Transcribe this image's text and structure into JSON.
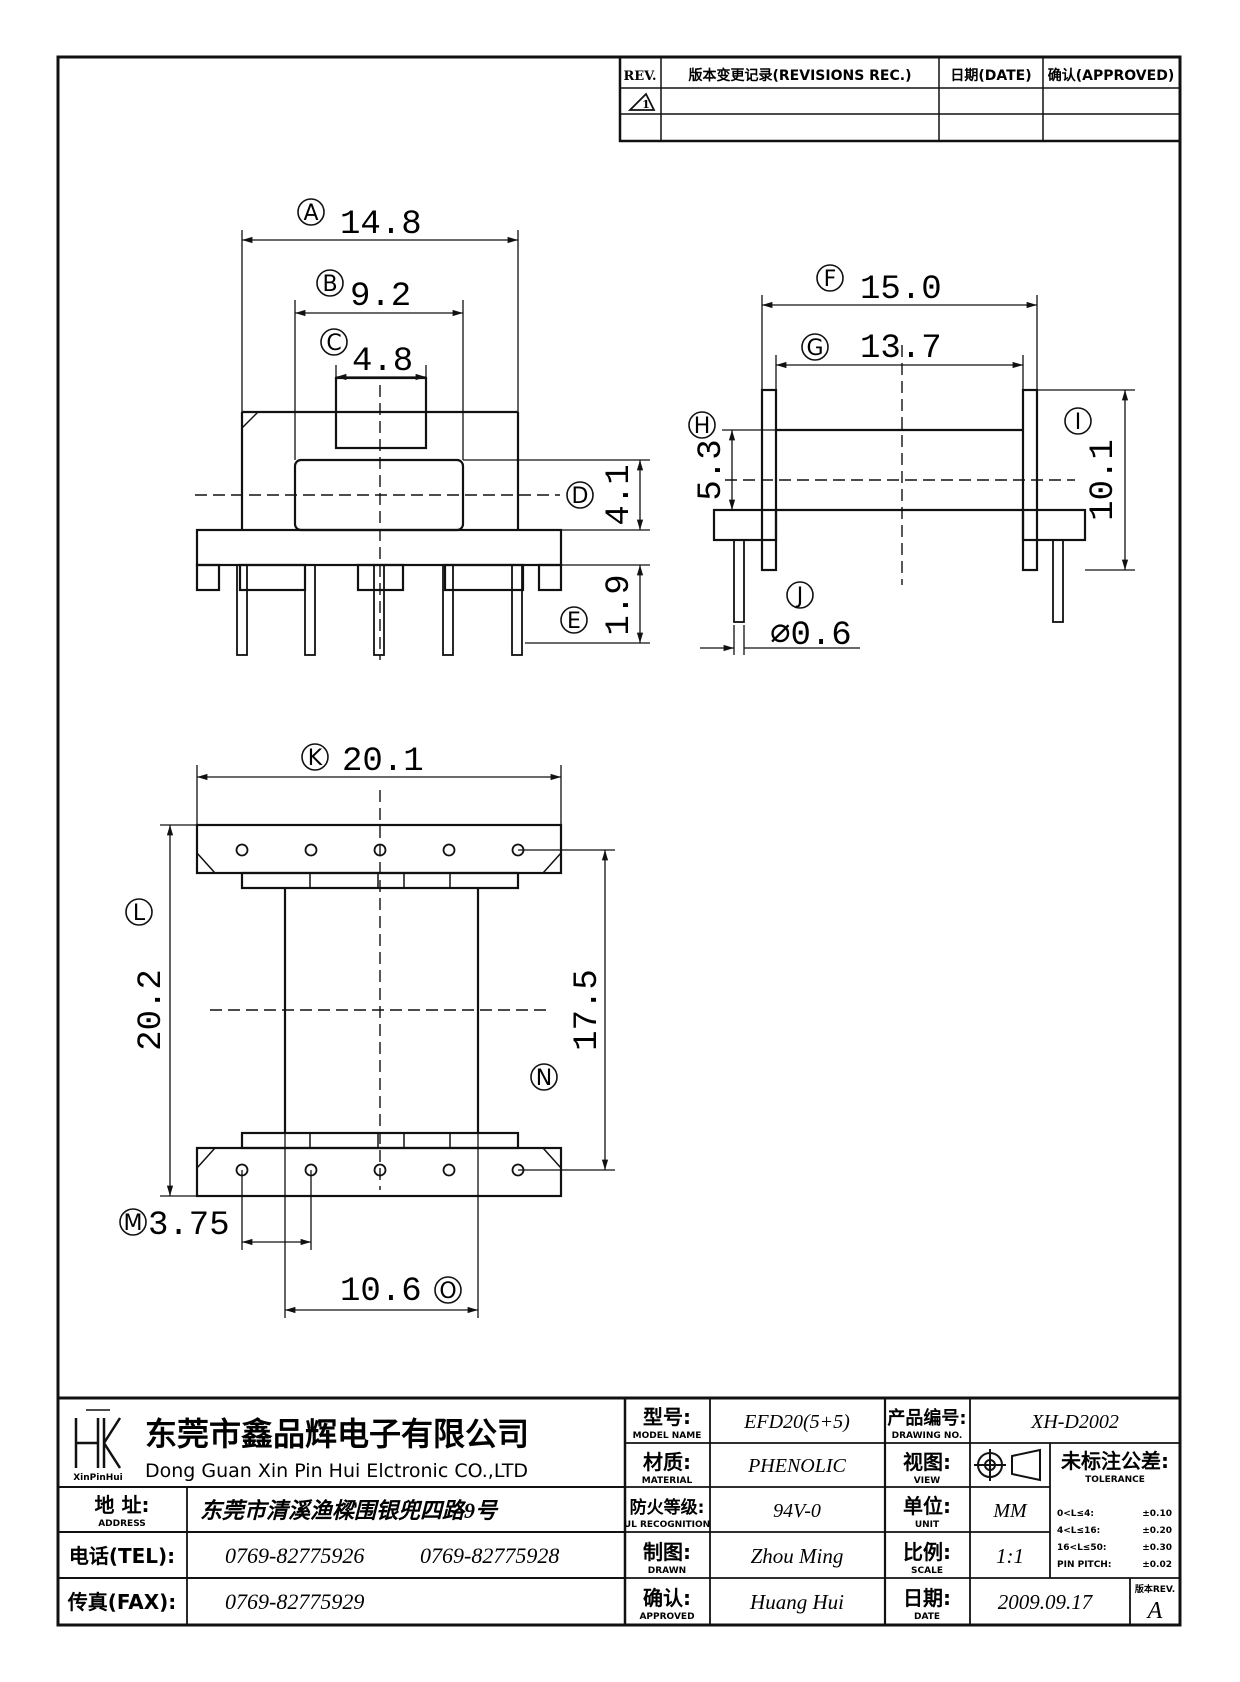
{
  "revision_table": {
    "rev_header": "REV.",
    "revisions_header": "版本变更记录(REVISIONS REC.)",
    "date_header": "日期(DATE)",
    "approved_header": "确认(APPROVED)",
    "rev_mark": "1"
  },
  "dimensions": {
    "A": {
      "label": "A",
      "value": "14.8"
    },
    "B": {
      "label": "B",
      "value": "9.2"
    },
    "C": {
      "label": "C",
      "value": "4.8"
    },
    "D": {
      "label": "D",
      "value": "4.1"
    },
    "E": {
      "label": "E",
      "value": "1.9"
    },
    "F": {
      "label": "F",
      "value": "15.0"
    },
    "G": {
      "label": "G",
      "value": "13.7"
    },
    "H": {
      "label": "H",
      "value": "5.3"
    },
    "I": {
      "label": "I",
      "value": "10.1"
    },
    "J": {
      "label": "J",
      "value": "⌀0.6"
    },
    "K": {
      "label": "K",
      "value": "20.1"
    },
    "L": {
      "label": "L",
      "value": "20.2"
    },
    "M": {
      "label": "M",
      "value": "3.75"
    },
    "N": {
      "label": "N",
      "value": "17.5"
    },
    "O": {
      "label": "O",
      "value": "10.6"
    }
  },
  "title_block": {
    "company_cn": "东莞市鑫品辉电子有限公司",
    "company_en": "Dong Guan Xin Pin Hui Elctronic CO.,LTD",
    "logo_text": "XinPinHui",
    "address_label": "地 址:",
    "address_label_en": "ADDRESS",
    "address": "东莞市清溪渔樑围银兜四路9号",
    "tel_label": "电话(TEL):",
    "tel1": "0769-82775926",
    "tel2": "0769-82775928",
    "fax_label": "传真(FAX):",
    "fax": "0769-82775929",
    "model_label": "型号:",
    "model_label_en": "MODEL NAME",
    "model": "EFD20(5+5)",
    "material_label": "材质:",
    "material_label_en": "MATERIAL",
    "material": "PHENOLIC",
    "ul_label": "防火等级:",
    "ul_label_en": "UL RECOGNITION",
    "ul": "94V-0",
    "drawn_label": "制图:",
    "drawn_label_en": "DRAWN",
    "drawn": "Zhou Ming",
    "approved_label": "确认:",
    "approved_label_en": "APPROVED",
    "approved": "Huang Hui",
    "drawing_no_label": "产品编号:",
    "drawing_no_label_en": "DRAWING NO.",
    "drawing_no": "XH-D2002",
    "view_label": "视图:",
    "view_label_en": "VIEW",
    "unit_label": "单位:",
    "unit_label_en": "UNIT",
    "unit": "MM",
    "scale_label": "比例:",
    "scale_label_en": "SCALE",
    "scale": "1:1",
    "date_label": "日期:",
    "date_label_en": "DATE",
    "date": "2009.09.17",
    "tolerance_label": "未标注公差:",
    "tolerance_label_en": "TOLERANCE",
    "tolerances": [
      {
        "range": "0<L≤4:",
        "value": "±0.10"
      },
      {
        "range": "4<L≤16:",
        "value": "±0.20"
      },
      {
        "range": "16<L≤50:",
        "value": "±0.30"
      },
      {
        "range": "PIN PITCH:",
        "value": "±0.02"
      }
    ],
    "rev_label": "版本REV.",
    "rev": "A"
  }
}
